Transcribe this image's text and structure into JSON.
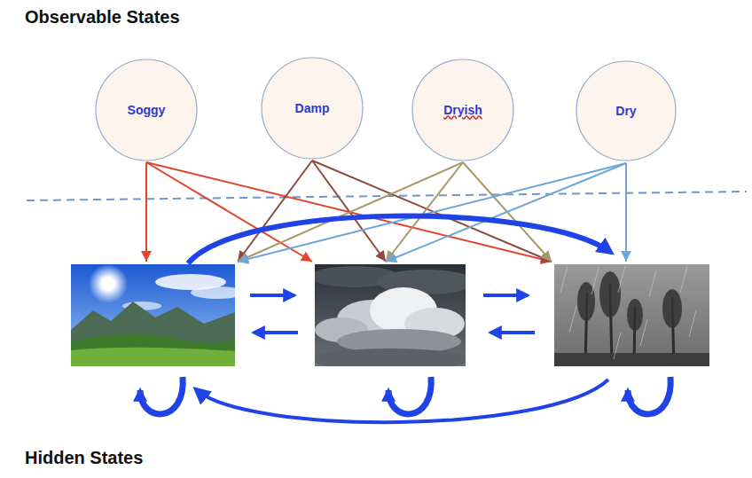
{
  "diagram": {
    "nodes": [
      {
        "text": [
          "Soggy"
        ]
      },
      {
        "text": [
          "Damp"
        ]
      },
      {
        "text": [
          "Dryish"
        ]
      },
      {
        "text": [
          "Dry"
        ]
      }
    ],
    "labels": [
      "Observable States",
      "Hidden States"
    ]
  }
}
